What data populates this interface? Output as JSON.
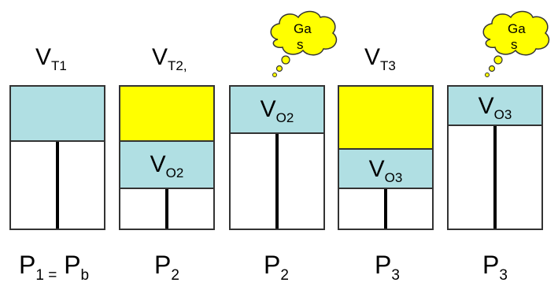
{
  "volume_labels": [
    {
      "main": "V",
      "sub": "T1"
    },
    {
      "main": "V",
      "sub": "T2,"
    },
    {
      "main": "V",
      "sub": "T3"
    }
  ],
  "chamber_labels": [
    {
      "main": "V",
      "sub": "O2"
    },
    {
      "main": "V",
      "sub": "O2"
    },
    {
      "main": "V",
      "sub": "O3"
    },
    {
      "main": "V",
      "sub": "O3"
    }
  ],
  "clouds": [
    {
      "line1": "Ga",
      "line2": "s"
    },
    {
      "line1": "Ga",
      "line2": "s"
    }
  ],
  "pressure_labels": [
    {
      "main": "P",
      "sub": "1 ="
    },
    {
      "main": "P",
      "sub": "b"
    },
    {
      "main": "P",
      "sub": "2"
    },
    {
      "main": "P",
      "sub": "2"
    },
    {
      "main": "P",
      "sub": "3"
    },
    {
      "main": "P",
      "sub": "3"
    }
  ],
  "colors": {
    "gas": "#b0dfe3",
    "fluid": "#ffff00",
    "outline": "#333333"
  }
}
